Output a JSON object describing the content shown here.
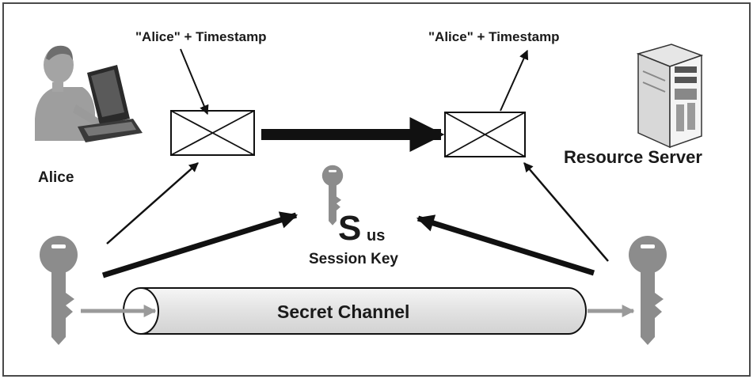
{
  "labels": {
    "top_left_message": "\"Alice\" + Timestamp",
    "top_right_message": "\"Alice\" + Timestamp",
    "alice": "Alice",
    "resource_server": "Resource Server",
    "session_key_symbol": "S",
    "session_key_subscript": "us",
    "session_key": "Session Key",
    "secret_channel": "Secret Channel"
  },
  "icons": {
    "user": "alice-laptop-icon",
    "server": "server-tower-icon",
    "key": "key-icon",
    "envelope": "envelope-icon"
  },
  "colors": {
    "frame": "#4a4a4a",
    "arrow": "#111111",
    "key": "#8c8c8c",
    "channel_arrow": "#9a9a9a",
    "pipe_fill": "#e8e8e8"
  }
}
